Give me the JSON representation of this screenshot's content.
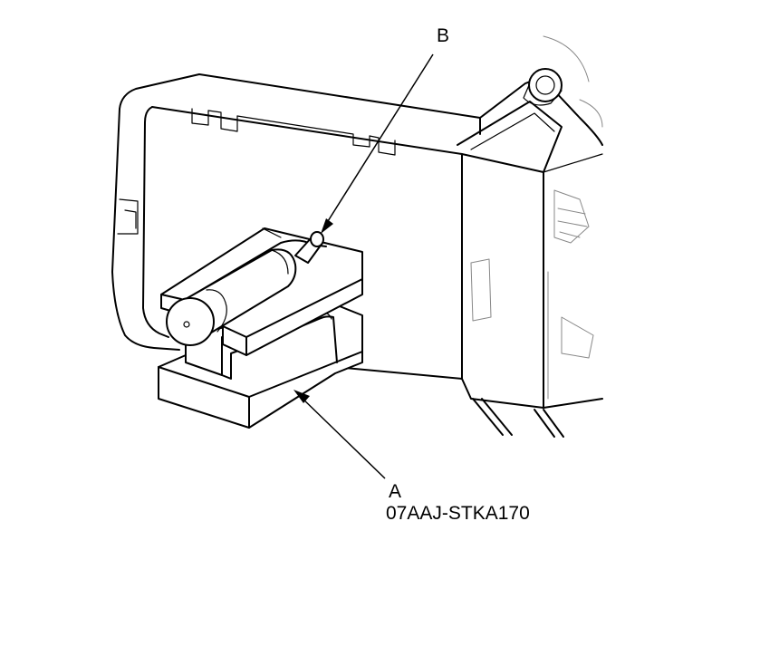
{
  "callouts": {
    "a": {
      "letter": "A",
      "part_number": "07AAJ-STKA170"
    },
    "b": {
      "letter": "B"
    }
  },
  "colors": {
    "line": "#000000",
    "background": "#ffffff",
    "faint_line": "#888888"
  }
}
